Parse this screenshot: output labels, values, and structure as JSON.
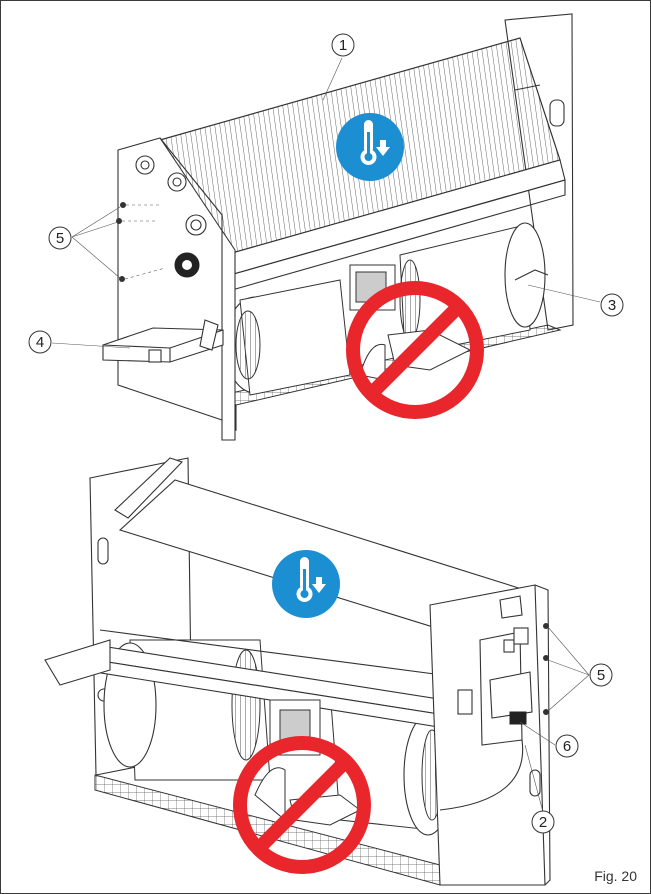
{
  "figure_label": "Fig. 20",
  "callouts": {
    "c1": "1",
    "c2": "2",
    "c3": "3",
    "c4": "4",
    "c5_top": "5",
    "c5_bottom": "5",
    "c6": "6"
  },
  "icons": {
    "temperature_down": "thermometer-down-icon",
    "prohibition": "no-hands-prohibition-icon"
  },
  "colors": {
    "prohibition_red": "#e8262b",
    "thermo_blue": "#1b8fd2",
    "line": "#333333"
  }
}
